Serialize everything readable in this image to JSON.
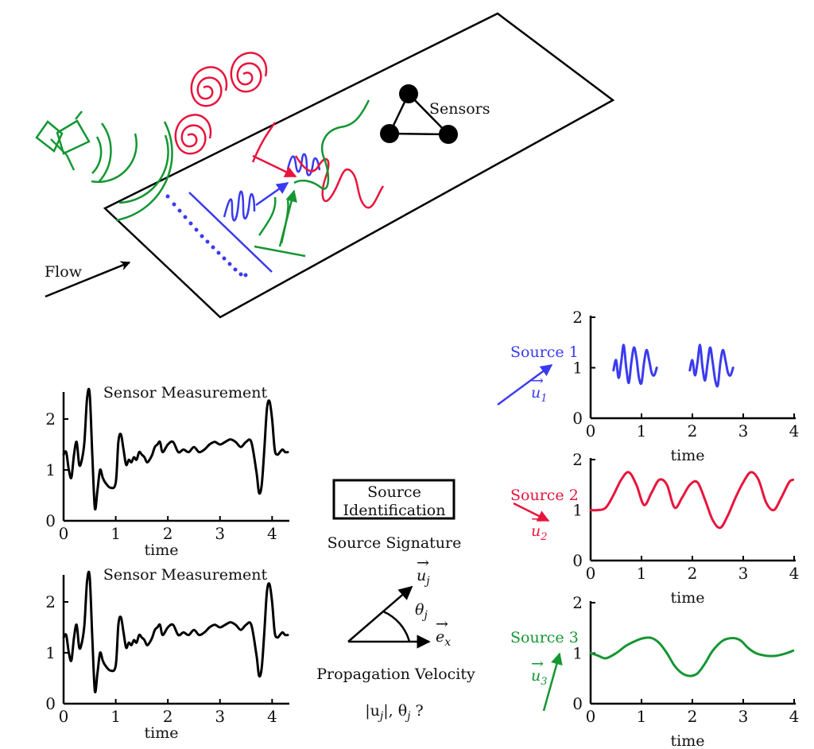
{
  "scene": {
    "flow_label": "Flow",
    "sensors_label": "Sensors"
  },
  "center": {
    "box_line1": "Source",
    "box_line2": "Identification",
    "signature_label": "Source Signature",
    "u_label": "u",
    "u_sub": "j",
    "theta_label": "θ",
    "theta_sub": "j",
    "e_label": "e",
    "e_sub": "x",
    "velocity_label": "Propagation Velocity",
    "question": "|u",
    "question_sub1": "j",
    "question_mid": "|, θ",
    "question_sub2": "j",
    "question_end": " ?"
  },
  "colors": {
    "source1": "#3a3af0",
    "source2": "#e8143c",
    "source3": "#149632",
    "black": "#000000"
  },
  "chart_data": [
    {
      "type": "line",
      "title": "Sensor Measurement",
      "xlabel": "time",
      "xticks": [
        "0",
        "1",
        "2",
        "3",
        "4"
      ],
      "yticks": [
        "0",
        "1",
        "2"
      ],
      "xlim": [
        0,
        4.3
      ],
      "ylim": [
        0,
        2.5
      ],
      "x": [
        0,
        0.05,
        0.1,
        0.15,
        0.2,
        0.25,
        0.3,
        0.35,
        0.4,
        0.45,
        0.5,
        0.55,
        0.6,
        0.65,
        0.7,
        0.75,
        0.8,
        0.9,
        1.0,
        1.05,
        1.1,
        1.15,
        1.2,
        1.25,
        1.3,
        1.35,
        1.4,
        1.45,
        1.5,
        1.55,
        1.6,
        1.65,
        1.7,
        1.75,
        1.8,
        1.85,
        1.9,
        2.0,
        2.1,
        2.2,
        2.3,
        2.4,
        2.5,
        2.6,
        2.7,
        2.8,
        2.9,
        3.0,
        3.1,
        3.2,
        3.3,
        3.4,
        3.5,
        3.6,
        3.7,
        3.75,
        3.8,
        3.85,
        3.9,
        3.95,
        4.0,
        4.05,
        4.1,
        4.15,
        4.2,
        4.25,
        4.3
      ],
      "y": [
        1.3,
        1.35,
        1.0,
        0.85,
        1.3,
        1.55,
        1.1,
        1.2,
        1.55,
        2.4,
        2.5,
        1.3,
        0.25,
        0.6,
        1.0,
        0.85,
        0.75,
        0.65,
        0.75,
        1.55,
        1.7,
        1.4,
        1.1,
        1.2,
        1.15,
        1.25,
        1.2,
        1.35,
        1.3,
        1.25,
        1.15,
        1.2,
        1.3,
        1.45,
        1.5,
        1.55,
        1.35,
        1.5,
        1.55,
        1.35,
        1.4,
        1.35,
        1.45,
        1.35,
        1.4,
        1.5,
        1.55,
        1.5,
        1.55,
        1.6,
        1.55,
        1.45,
        1.55,
        1.55,
        0.95,
        0.55,
        0.7,
        1.4,
        2.2,
        2.35,
        2.0,
        1.4,
        1.3,
        1.35,
        1.4,
        1.35,
        1.35
      ]
    },
    {
      "type": "line",
      "title": "Sensor Measurement",
      "xlabel": "time",
      "xticks": [
        "0",
        "1",
        "2",
        "3",
        "4"
      ],
      "yticks": [
        "0",
        "1",
        "2"
      ],
      "xlim": [
        0,
        4.3
      ],
      "ylim": [
        0,
        2.5
      ],
      "x": [
        0,
        0.05,
        0.1,
        0.15,
        0.2,
        0.25,
        0.3,
        0.35,
        0.4,
        0.45,
        0.5,
        0.55,
        0.6,
        0.65,
        0.7,
        0.75,
        0.8,
        0.9,
        1.0,
        1.05,
        1.1,
        1.15,
        1.2,
        1.25,
        1.3,
        1.35,
        1.4,
        1.45,
        1.5,
        1.55,
        1.6,
        1.65,
        1.7,
        1.75,
        1.8,
        1.85,
        1.9,
        2.0,
        2.1,
        2.2,
        2.3,
        2.4,
        2.5,
        2.6,
        2.7,
        2.8,
        2.9,
        3.0,
        3.1,
        3.2,
        3.3,
        3.4,
        3.5,
        3.6,
        3.7,
        3.75,
        3.8,
        3.85,
        3.9,
        3.95,
        4.0,
        4.05,
        4.1,
        4.15,
        4.2,
        4.25,
        4.3
      ],
      "y": [
        1.3,
        1.35,
        1.0,
        0.85,
        1.3,
        1.55,
        1.1,
        1.2,
        1.55,
        2.4,
        2.5,
        1.3,
        0.25,
        0.6,
        1.0,
        0.85,
        0.75,
        0.65,
        0.75,
        1.55,
        1.7,
        1.4,
        1.1,
        1.2,
        1.15,
        1.25,
        1.2,
        1.35,
        1.3,
        1.25,
        1.15,
        1.2,
        1.3,
        1.45,
        1.5,
        1.55,
        1.35,
        1.5,
        1.55,
        1.35,
        1.4,
        1.35,
        1.45,
        1.35,
        1.4,
        1.5,
        1.55,
        1.5,
        1.55,
        1.6,
        1.55,
        1.45,
        1.55,
        1.55,
        0.95,
        0.55,
        0.7,
        1.4,
        2.2,
        2.35,
        2.0,
        1.4,
        1.3,
        1.35,
        1.4,
        1.35,
        1.35
      ]
    },
    {
      "type": "line",
      "series_label": "Source 1",
      "vector_label": "u",
      "vector_sub": "1",
      "xlabel": "time",
      "xticks": [
        "0",
        "1",
        "2",
        "3",
        "4"
      ],
      "yticks": [
        "0",
        "1",
        "2"
      ],
      "xlim": [
        0,
        4
      ],
      "ylim": [
        0,
        2
      ],
      "segments": [
        {
          "x": [
            0.45,
            0.5,
            0.55,
            0.6,
            0.65,
            0.7,
            0.75,
            0.8,
            0.85,
            0.9,
            0.95,
            1.0,
            1.05,
            1.1,
            1.15,
            1.2,
            1.25,
            1.3
          ],
          "y": [
            0.95,
            1.15,
            0.8,
            1.1,
            1.45,
            1.0,
            0.7,
            1.1,
            1.4,
            1.2,
            0.8,
            0.7,
            1.1,
            1.35,
            1.15,
            0.9,
            0.85,
            1.0
          ]
        },
        {
          "x": [
            1.95,
            2.0,
            2.05,
            2.1,
            2.15,
            2.2,
            2.25,
            2.3,
            2.35,
            2.4,
            2.45,
            2.5,
            2.55,
            2.6,
            2.65,
            2.7,
            2.75,
            2.8
          ],
          "y": [
            0.95,
            1.15,
            0.85,
            1.1,
            1.45,
            1.0,
            0.75,
            1.1,
            1.4,
            1.1,
            0.75,
            0.65,
            1.1,
            1.35,
            1.15,
            0.9,
            0.85,
            1.0
          ]
        }
      ]
    },
    {
      "type": "line",
      "series_label": "Source 2",
      "vector_label": "u",
      "vector_sub": "2",
      "xlabel": "time",
      "xticks": [
        "0",
        "1",
        "2",
        "3",
        "4"
      ],
      "yticks": [
        "0",
        "1",
        "2"
      ],
      "xlim": [
        0,
        4
      ],
      "ylim": [
        0,
        2
      ],
      "segments": [
        {
          "x": [
            0,
            0.15,
            0.3,
            0.45,
            0.6,
            0.75,
            0.9,
            1.05,
            1.2,
            1.35,
            1.5,
            1.65,
            1.8,
            1.95,
            2.1,
            2.25,
            2.4,
            2.55,
            2.7,
            2.85,
            3.0,
            3.15,
            3.3,
            3.45,
            3.6,
            3.75,
            3.9,
            3.98
          ],
          "y": [
            1.0,
            1.0,
            1.05,
            1.3,
            1.6,
            1.75,
            1.5,
            1.1,
            1.35,
            1.6,
            1.5,
            1.05,
            1.25,
            1.5,
            1.55,
            1.2,
            0.8,
            0.65,
            0.9,
            1.25,
            1.55,
            1.75,
            1.6,
            1.15,
            1.0,
            1.25,
            1.55,
            1.6
          ]
        }
      ]
    },
    {
      "type": "line",
      "series_label": "Source 3",
      "vector_label": "u",
      "vector_sub": "3",
      "xlabel": "time",
      "xticks": [
        "0",
        "1",
        "2",
        "3",
        "4"
      ],
      "yticks": [
        "0",
        "1",
        "2"
      ],
      "xlim": [
        0,
        4
      ],
      "ylim": [
        0,
        2
      ],
      "segments": [
        {
          "x": [
            0,
            0.15,
            0.3,
            0.5,
            0.7,
            0.9,
            1.05,
            1.2,
            1.35,
            1.5,
            1.65,
            1.8,
            1.95,
            2.1,
            2.25,
            2.4,
            2.6,
            2.8,
            2.95,
            3.1,
            3.25,
            3.45,
            3.65,
            3.85,
            3.98
          ],
          "y": [
            1.0,
            0.95,
            0.9,
            1.0,
            1.15,
            1.25,
            1.3,
            1.3,
            1.2,
            1.0,
            0.75,
            0.6,
            0.55,
            0.6,
            0.8,
            1.05,
            1.25,
            1.3,
            1.25,
            1.1,
            1.0,
            0.95,
            0.95,
            1.0,
            1.05
          ]
        }
      ]
    }
  ]
}
